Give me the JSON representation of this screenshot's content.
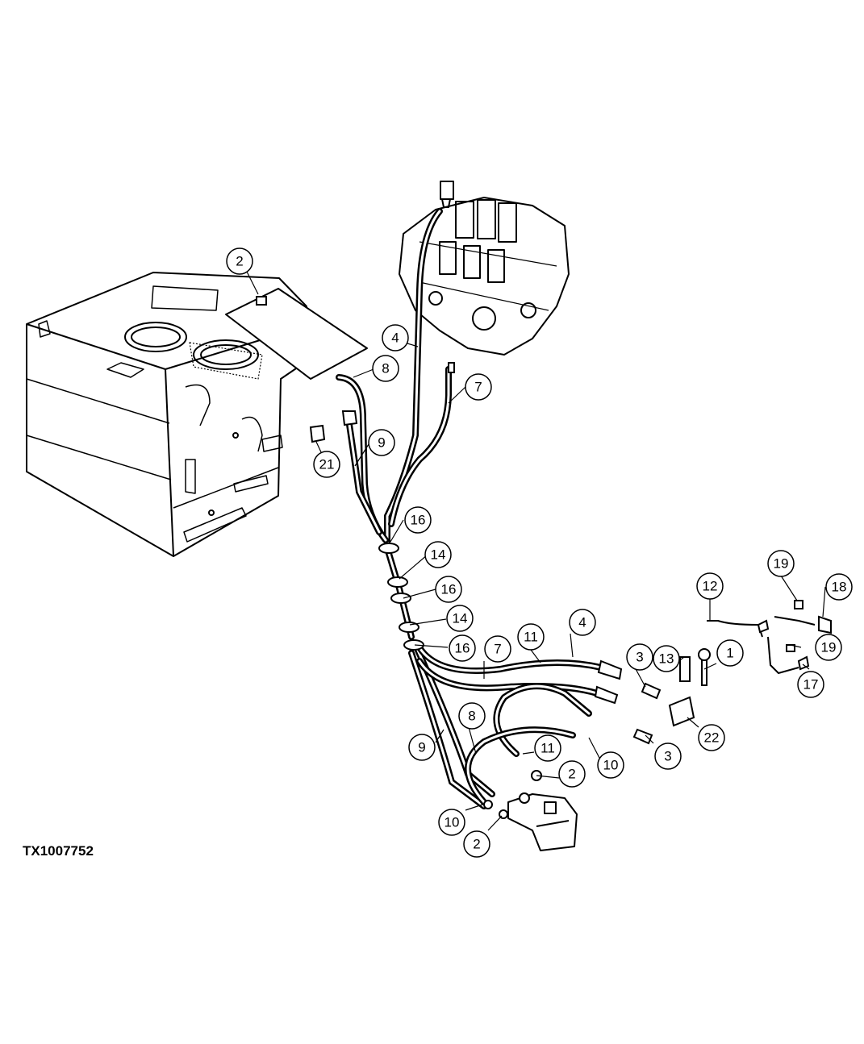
{
  "figure_id": "TX1007752",
  "callouts": [
    "2",
    "4",
    "8",
    "7",
    "9",
    "21",
    "16",
    "14",
    "16",
    "14",
    "16",
    "12",
    "19",
    "18",
    "11",
    "4",
    "7",
    "13",
    "3",
    "1",
    "19",
    "17",
    "9",
    "8",
    "22",
    "11",
    "10",
    "3",
    "2",
    "10",
    "2"
  ],
  "colors": {
    "line": "#000000",
    "background": "#ffffff"
  }
}
